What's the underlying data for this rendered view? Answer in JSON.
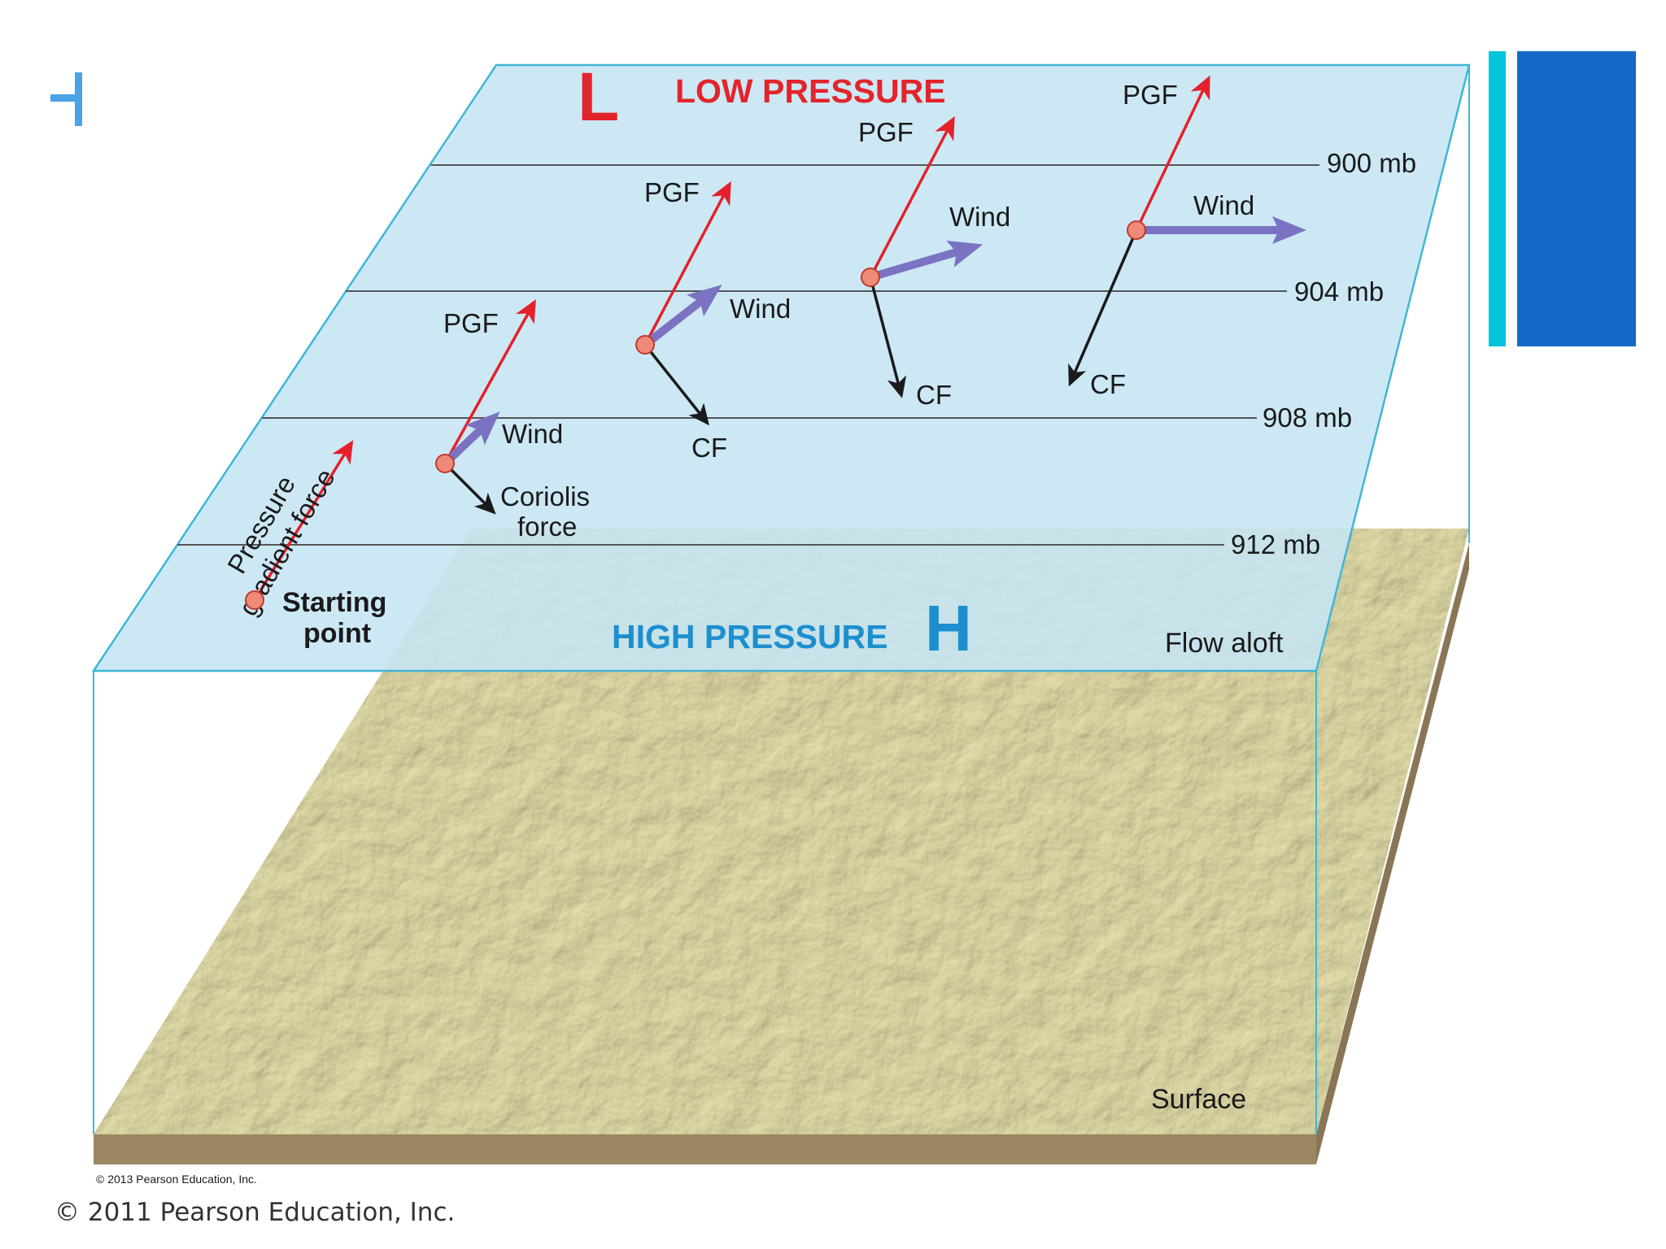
{
  "colors": {
    "plane_fill": "#c6e5f4",
    "plane_edge": "#3fb6d6",
    "pgf": "#e5202b",
    "wind": "#7b73c2",
    "cf": "#1a1a1a",
    "point_fill": "#f08a78",
    "low": "#e3242b",
    "high": "#1d8fcf",
    "terrain": "#d8d29a",
    "terrain_side": "#9c8762",
    "accent_cyan": "#00c4d9",
    "accent_blue": "#1469c6",
    "plus_mark": "#4aa3e8"
  },
  "labels": {
    "low_letter": "L",
    "low_pressure": "LOW PRESSURE",
    "high_letter": "H",
    "high_pressure": "HIGH PRESSURE",
    "flow_aloft": "Flow aloft",
    "surface": "Surface",
    "pgf_long_line1": "Pressure",
    "pgf_long_line2": "gradient force",
    "start_line1": "Starting",
    "start_line2": "point",
    "coriolis_line1": "Coriolis",
    "coriolis_line2": "force",
    "pgf": "PGF",
    "wind": "Wind",
    "cf": "CF",
    "figure_copyright": "© 2013 Pearson Education, Inc.",
    "slide_copyright": "© 2011 Pearson Education, Inc."
  },
  "isobars": [
    {
      "label": "900 mb"
    },
    {
      "label": "904 mb"
    },
    {
      "label": "908 mb"
    },
    {
      "label": "912 mb"
    }
  ]
}
